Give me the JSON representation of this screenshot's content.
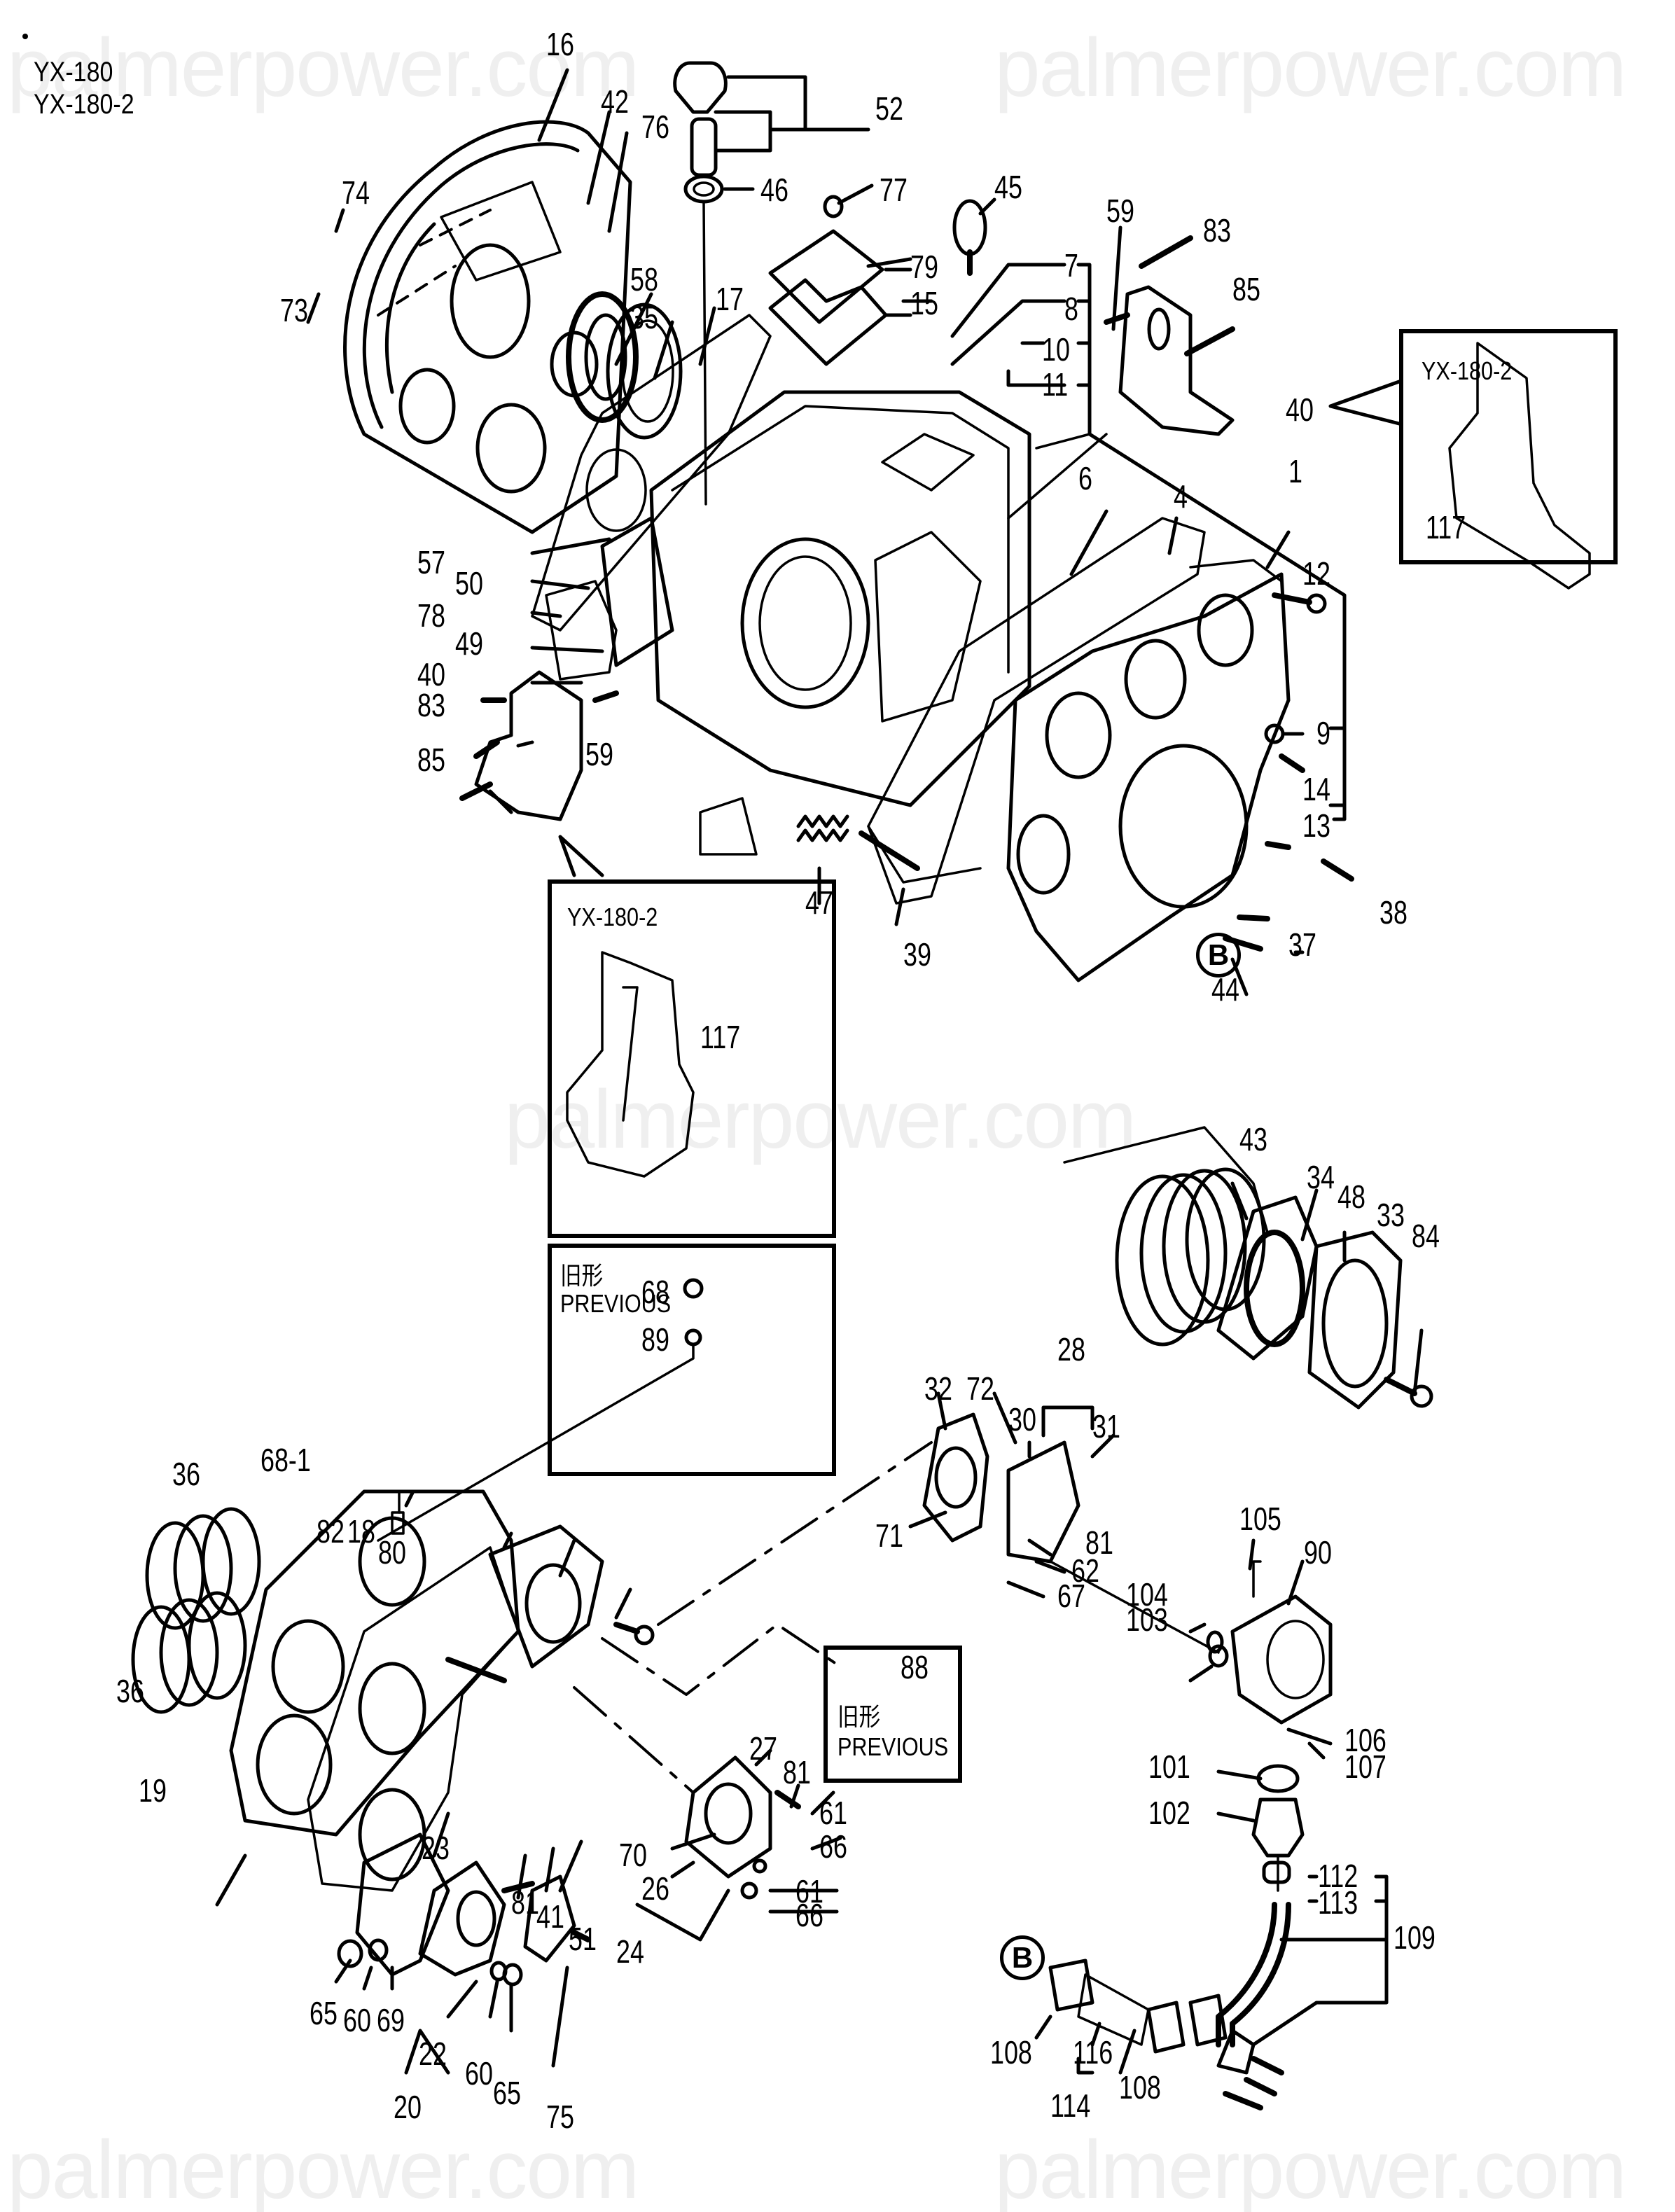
{
  "diagram": {
    "title_lines": [
      "YX-180",
      "YX-180-2"
    ],
    "watermark": "palmerpower.com",
    "insets": {
      "mount_bracket_top": {
        "title": "YX-180-2",
        "part": "117"
      },
      "mount_bracket_left": {
        "title": "YX-180-2",
        "part": "117"
      },
      "previous_plug": {
        "title_cjk": "旧形",
        "title_en": "PREVIOUS",
        "parts": [
          "68",
          "89"
        ]
      },
      "previous_pin": {
        "title_cjk": "旧形",
        "title_en": "PREVIOUS",
        "parts": [
          "88"
        ]
      }
    },
    "reference_mark": "B",
    "callouts": {
      "c16": "16",
      "c42": "42",
      "c76": "76",
      "c74": "74",
      "c73": "73",
      "c52": "52",
      "c46": "46",
      "c77": "77",
      "c45": "45",
      "c79": "79",
      "c15": "15",
      "c58": "58",
      "c35": "35",
      "c17": "17",
      "c7": "7",
      "c8": "8",
      "c10": "10",
      "c11": "11",
      "c59a": "59",
      "c83a": "83",
      "c85a": "85",
      "c40a": "40",
      "c57": "57",
      "c50": "50",
      "c78": "78",
      "c49": "49",
      "c40b": "40",
      "c83b": "83",
      "c85b": "85",
      "c59b": "59",
      "c6": "6",
      "c4": "4",
      "c1": "1",
      "c12": "12",
      "c9": "9",
      "c14": "14",
      "c13": "13",
      "c38": "38",
      "c37": "37",
      "c44": "44",
      "c47": "47",
      "c39": "39",
      "c43": "43",
      "c34": "34",
      "c48": "48",
      "c33": "33",
      "c84": "84",
      "c68": "68",
      "c89": "89",
      "c68_1": "68-1",
      "c36a": "36",
      "c36b": "36",
      "c82": "82",
      "c18": "18",
      "c80": "80",
      "c19": "19",
      "c88": "88",
      "c32": "32",
      "c72": "72",
      "c28": "28",
      "c30": "30",
      "c31": "31",
      "c71": "71",
      "c81a": "81",
      "c62": "62",
      "c67": "67",
      "c105": "105",
      "c90": "90",
      "c104": "104",
      "c103": "103",
      "c106": "106",
      "c107": "107",
      "c101": "101",
      "c102": "102",
      "c112": "112",
      "c113": "113",
      "c109": "109",
      "c27": "27",
      "c81b": "81",
      "c61a": "61",
      "c66a": "66",
      "c70": "70",
      "c26": "26",
      "c61b": "61",
      "c66b": "66",
      "c24": "24",
      "c23": "23",
      "c81c": "81",
      "c41": "41",
      "c51": "51",
      "c65a": "65",
      "c60a": "60",
      "c69": "69",
      "c22": "22",
      "c60b": "60",
      "c65b": "65",
      "c75": "75",
      "c20": "20",
      "c108a": "108",
      "c116": "116",
      "c108b": "108",
      "c114": "114",
      "c117a": "117",
      "c117b": "117"
    }
  }
}
